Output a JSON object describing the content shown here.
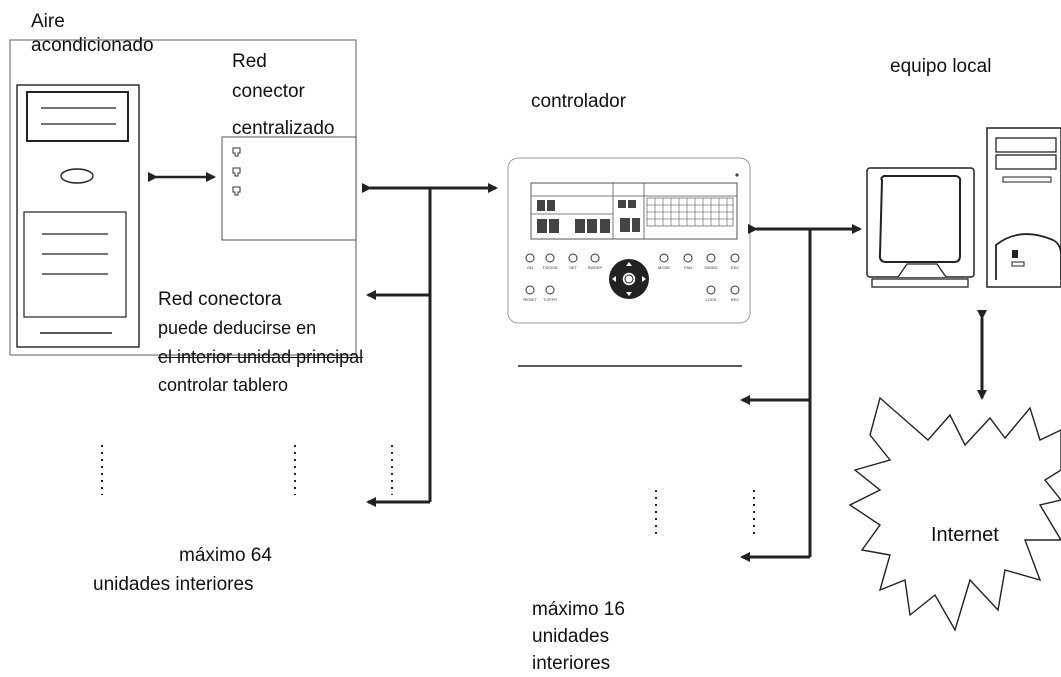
{
  "labels": {
    "aire": [
      "Aire",
      "acondicionado"
    ],
    "red_conector": [
      "Red",
      "conector",
      "centralizado"
    ],
    "controlador": "controlador",
    "equipo_local": "equipo local",
    "red_conectora": [
      "Red conectora",
      "puede deducirse en",
      "el interior unidad principal",
      "controlar tablero"
    ],
    "max64": [
      "máximo 64",
      "unidades interiores"
    ],
    "max16": [
      "máximo 16",
      "unidades",
      "interiores"
    ],
    "internet": "Internet"
  },
  "controller_buttons": [
    {
      "label": "ON"
    },
    {
      "label": "T.NOON"
    },
    {
      "label": "SET"
    },
    {
      "label": "SWEEP"
    },
    {
      "label": "MODE"
    },
    {
      "label": "FAN"
    },
    {
      "label": "SWING"
    },
    {
      "label": "ESC"
    }
  ],
  "controller_buttons_row2": [
    {
      "label": "RESET"
    },
    {
      "label": "T.OFFP"
    },
    {
      "label": "LOCK"
    },
    {
      "label": "REC"
    }
  ],
  "colors": {
    "line": "#1a1a1a",
    "box_border": "#777777",
    "arrow": "#222222"
  }
}
